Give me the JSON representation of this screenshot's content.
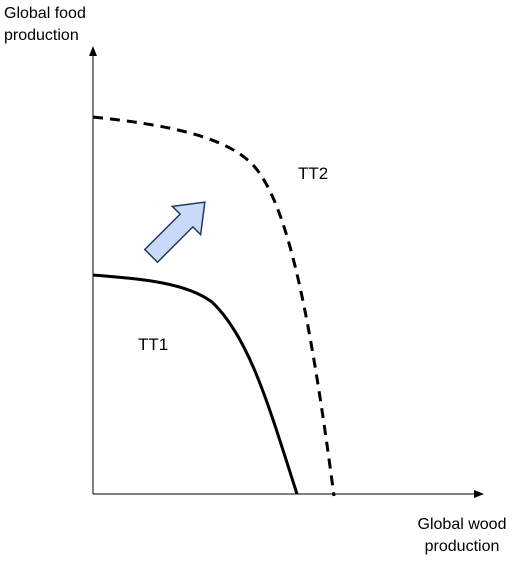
{
  "axes": {
    "y_label_lines": [
      "Global food",
      "production"
    ],
    "x_label_lines": [
      "Global wood",
      "production"
    ]
  },
  "curves": {
    "tt1": {
      "label": "TT1",
      "style": "solid"
    },
    "tt2": {
      "label": "TT2",
      "style": "dashed"
    }
  },
  "shift_arrow": {
    "icon": "shift-arrow-icon",
    "direction": "up-right",
    "fill": "#c9daf8",
    "stroke": "#1f3a5f"
  },
  "colors": {
    "line": "#000000",
    "background": "#ffffff"
  }
}
